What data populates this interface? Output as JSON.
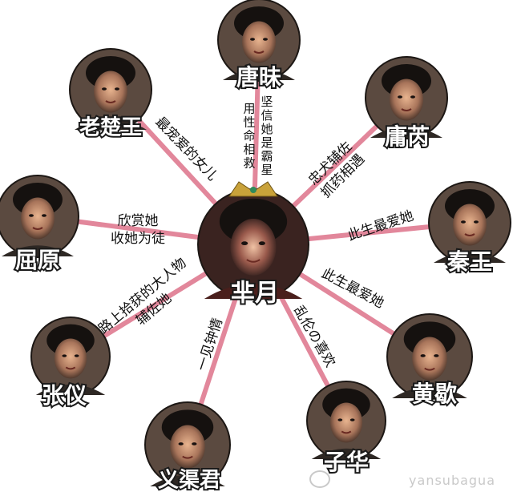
{
  "center": {
    "name": "芈月"
  },
  "characters": [
    {
      "id": "tangmei",
      "name": "唐昧",
      "relation": "坚信她是霸星\n用性命相救"
    },
    {
      "id": "yongrui",
      "name": "庸芮",
      "relation": "忠犬辅佐\n抓药相遇"
    },
    {
      "id": "qinwang",
      "name": "秦王",
      "relation": "此生最爱她"
    },
    {
      "id": "huangxie",
      "name": "黄歇",
      "relation": "此生最爱她"
    },
    {
      "id": "zihua",
      "name": "子华",
      "relation": "乱伦の喜欢"
    },
    {
      "id": "yiqujun",
      "name": "义渠君",
      "relation": "一见钟情"
    },
    {
      "id": "zhangyi",
      "name": "张仪",
      "relation": "路上拾获的大人物\n辅佐她"
    },
    {
      "id": "quyuan",
      "name": "屈原",
      "relation": "欣赏她\n收她为徒"
    },
    {
      "id": "laochuwang",
      "name": "老楚王",
      "relation": "最宠爱的女儿"
    }
  ],
  "colors": {
    "edge": "#e2879b",
    "name_fill": "#ffffff",
    "name_stroke": "#1a1a1a",
    "label": "#111111"
  },
  "watermark": "yansubagua"
}
